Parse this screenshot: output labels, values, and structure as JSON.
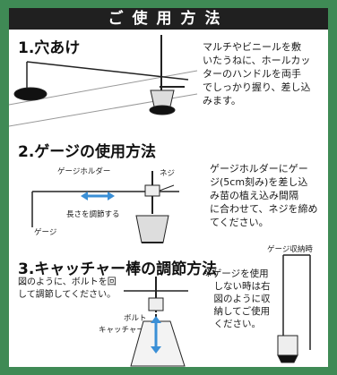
{
  "header": {
    "title": "ご使用方法"
  },
  "section1": {
    "title": "1.穴あけ",
    "text": "マルチやビニールを敷\nいたうねに、ホールカッ\nターのハンドルを両手\nでしっかり握り、差し込\nみます。"
  },
  "section2": {
    "title": "2.ゲージの使用方法",
    "text": "ゲージホルダーにゲー\nジ(5cm刻み)を差し込\nみ苗の植え込み間隔\nに合わせて、ネジを締め\nてください。",
    "labels": {
      "gauge_holder": "ゲージホルダー",
      "screw": "ネジ",
      "adjust_length": "長さを調節する",
      "gauge": "ゲージ"
    }
  },
  "section3": {
    "title": "3.キャッチャー棒の調節方法",
    "text": "図のように、ボルトを回\nして調節してください。",
    "labels": {
      "bolt": "ボルト",
      "catcher_rod": "キャッチャー棒"
    },
    "storage_title": "ゲージ収納時",
    "note": "※ゲージを使用\n　しない時は右\n　図のように収\n　納してご使用\n　ください。"
  },
  "colors": {
    "frame_green": "#3f8a55",
    "header_black": "#202020",
    "arrow_blue": "#3a8fd6"
  }
}
